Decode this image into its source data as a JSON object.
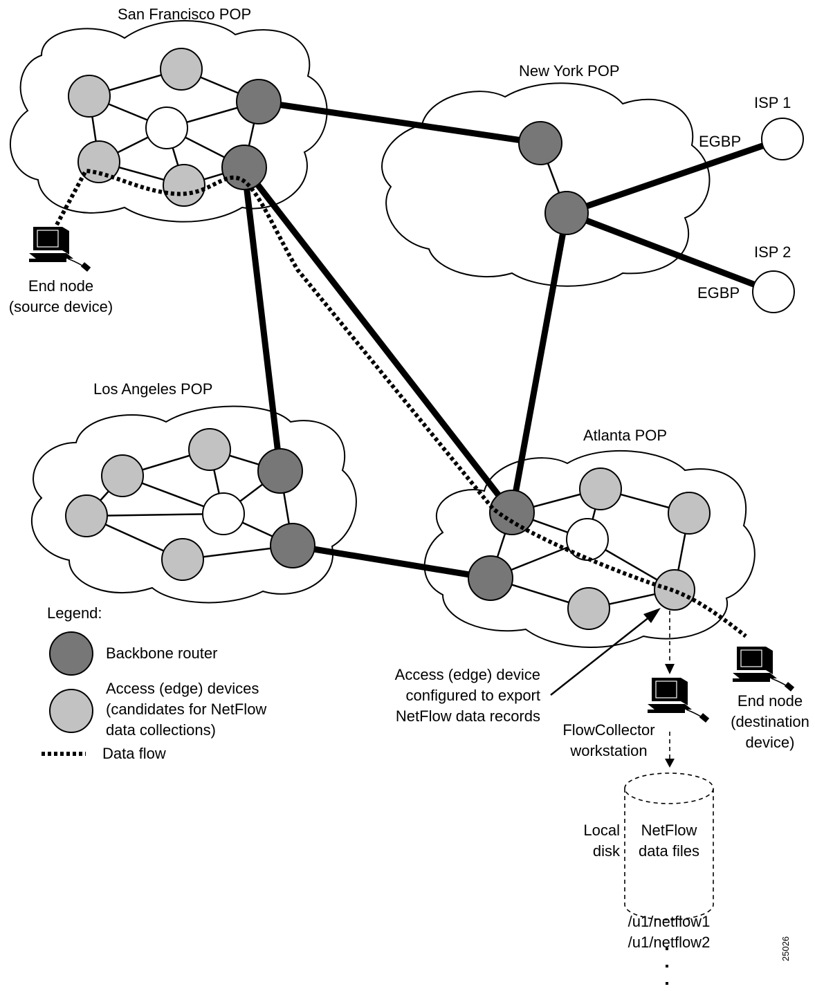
{
  "pops": {
    "san_francisco": "San Francisco POP",
    "new_york": "New York POP",
    "los_angeles": "Los Angeles POP",
    "atlanta": "Atlanta POP"
  },
  "isps": {
    "isp1": "ISP 1",
    "isp2": "ISP 2",
    "egbp1": "EGBP",
    "egbp2": "EGBP"
  },
  "source_node": {
    "line1": "End node",
    "line2": "(source device)"
  },
  "dest_node": {
    "line1": "End node",
    "line2": "(destination",
    "line3": "device)"
  },
  "collector": {
    "line1": "FlowCollector",
    "line2": "workstation"
  },
  "callout": {
    "line1": "Access (edge) device",
    "line2": "configured to export",
    "line3": "NetFlow data records"
  },
  "disk": {
    "local1": "Local",
    "local2": "disk",
    "files1": "NetFlow",
    "files2": "data files",
    "path1": "/u1/netflow1",
    "path2": "/u1/netflow2"
  },
  "legend": {
    "title": "Legend:",
    "backbone": "Backbone router",
    "access1": "Access  (edge) devices",
    "access2": "(candidates for NetFlow",
    "access3": "data collections)",
    "flow": "Data flow"
  },
  "figure_id": "25026",
  "colors": {
    "backbone": "#777777",
    "access": "#c2c2c2",
    "internal": "#ffffff"
  }
}
